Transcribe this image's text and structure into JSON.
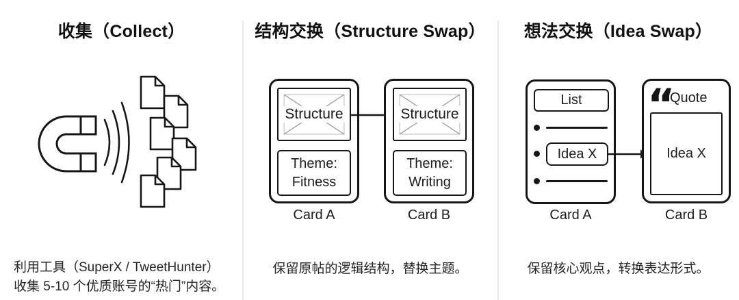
{
  "panels": [
    {
      "title": "收集（Collect）",
      "caption_line1": "利用工具（SuperX / TweetHunter）",
      "caption_line2": "收集 5-10 个优质账号的“热门”内容。",
      "illustration": {
        "magnet_icon": "horseshoe-magnet",
        "waves_icon": "attraction-waves",
        "documents_icon": "document-stack",
        "document_count": 6
      }
    },
    {
      "title": "结构交换（Structure Swap）",
      "caption": "保留原帖的逻辑结构，替换主题。",
      "cards": [
        {
          "label": "Card A",
          "structure_label": "Structure",
          "theme_line1": "Theme:",
          "theme_line2": "Fitness"
        },
        {
          "label": "Card B",
          "structure_label": "Structure",
          "theme_line1": "Theme:",
          "theme_line2": "Writing"
        }
      ]
    },
    {
      "title": "想法交换（Idea Swap）",
      "caption": "保留核心观点，转换表达形式。",
      "card_a": {
        "label": "Card A",
        "list_label": "List",
        "idea_label": "Idea X"
      },
      "card_b": {
        "label": "Card B",
        "quote_mark": "“",
        "quote_label": "Quote",
        "idea_label": "Idea X"
      }
    }
  ],
  "colors": {
    "ink": "#161616",
    "divider": "#e7e7e7",
    "background": "#ffffff",
    "placeholder_line": "#9d9d9d"
  }
}
